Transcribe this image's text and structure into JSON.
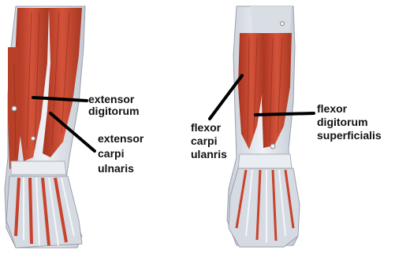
{
  "labels": {
    "extensor_digitorum": [
      "extensor",
      "digitorum"
    ],
    "extensor_carpi_ulnaris": [
      "extensor",
      "carpi",
      "ulnaris"
    ],
    "flexor_carpi_ulnaris": [
      "flexor",
      "carpi",
      "ulanris"
    ],
    "flexor_digitorum_superficialis": [
      "flexor",
      "digitorum",
      "superficialis"
    ]
  },
  "colors": {
    "muscle": "#c8432c",
    "muscle_dark": "#8e2a1c",
    "tendon": "#dfe3ea",
    "bone": "#eef0f3",
    "pointer": "#000000"
  }
}
